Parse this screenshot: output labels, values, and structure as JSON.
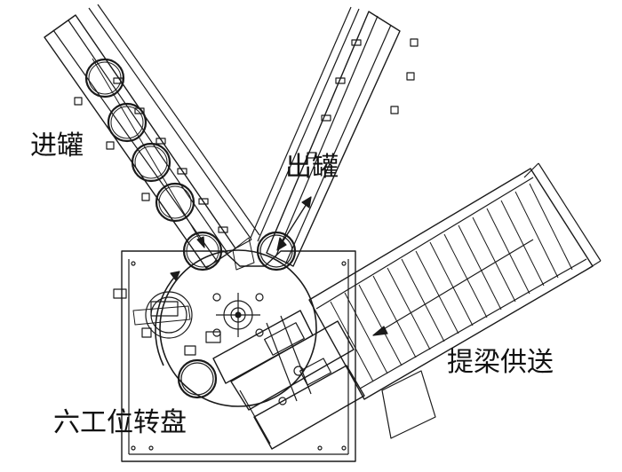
{
  "labels": {
    "infeed": "进罐",
    "outfeed": "出罐",
    "handle_feed": "提梁供送",
    "turntable": "六工位转盘"
  },
  "colors": {
    "line": "#1a1a1a",
    "background": "#ffffff"
  }
}
